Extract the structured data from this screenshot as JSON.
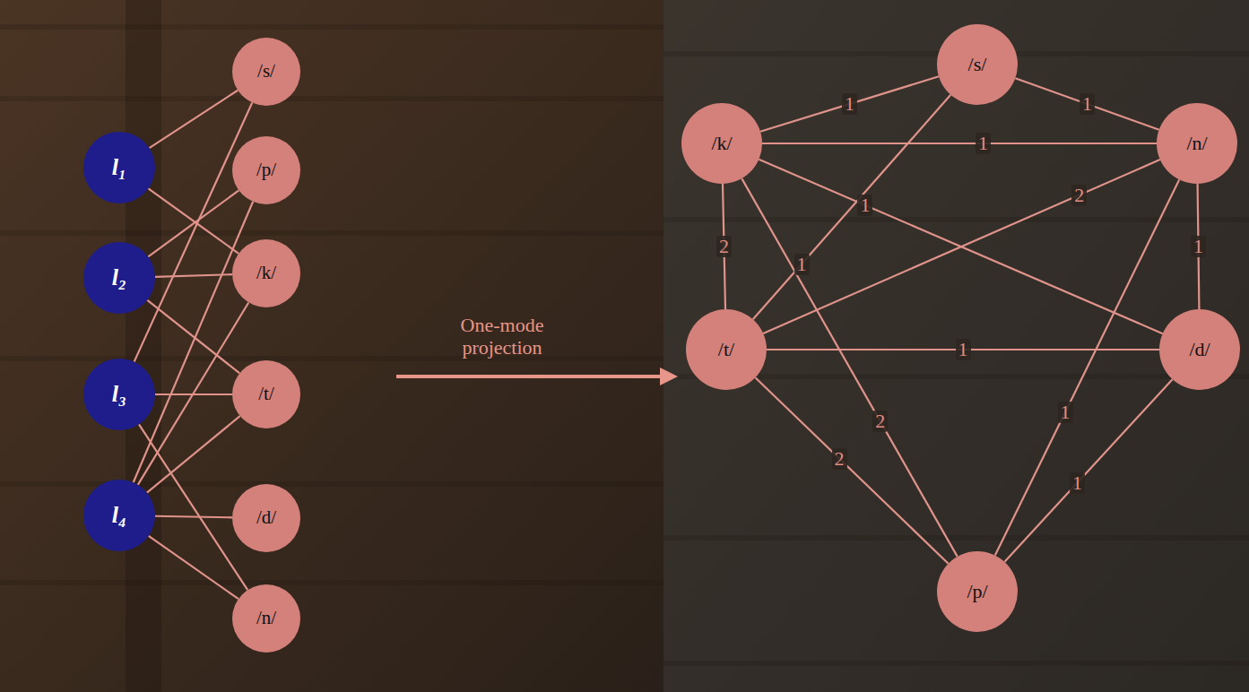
{
  "diagram": {
    "nodes": [
      {
        "text": [
          "l₁"
        ]
      },
      {
        "text": [
          "l₂"
        ]
      },
      {
        "text": [
          "l₃"
        ]
      },
      {
        "text": [
          "l₄"
        ]
      },
      {
        "text": [
          "/s/"
        ]
      },
      {
        "text": [
          "/p/"
        ]
      },
      {
        "text": [
          "/k/"
        ]
      },
      {
        "text": [
          "/t/"
        ]
      },
      {
        "text": [
          "/d/"
        ]
      },
      {
        "text": [
          "/n/"
        ]
      },
      {
        "text": [
          "/s/"
        ]
      },
      {
        "text": [
          "/k/"
        ]
      },
      {
        "text": [
          "/n/"
        ]
      },
      {
        "text": [
          "/t/"
        ]
      },
      {
        "text": [
          "/d/"
        ]
      },
      {
        "text": [
          "/p/"
        ]
      }
    ],
    "edges": [
      {
        "from": 0,
        "to": 4,
        "arrow": "none"
      },
      {
        "from": 0,
        "to": 6,
        "arrow": "none"
      },
      {
        "from": 1,
        "to": 5,
        "arrow": "none"
      },
      {
        "from": 1,
        "to": 6,
        "arrow": "none"
      },
      {
        "from": 1,
        "to": 7,
        "arrow": "none"
      },
      {
        "from": 2,
        "to": 4,
        "arrow": "none"
      },
      {
        "from": 2,
        "to": 7,
        "arrow": "none"
      },
      {
        "from": 2,
        "to": 9,
        "arrow": "none"
      },
      {
        "from": 3,
        "to": 5,
        "arrow": "none"
      },
      {
        "from": 3,
        "to": 6,
        "arrow": "none"
      },
      {
        "from": 3,
        "to": 7,
        "arrow": "none"
      },
      {
        "from": 3,
        "to": 8,
        "arrow": "none"
      },
      {
        "from": 3,
        "to": 9,
        "arrow": "none"
      },
      {
        "from": 10,
        "to": 11,
        "label": "1",
        "arrow": "none"
      },
      {
        "from": 10,
        "to": 12,
        "label": "1",
        "arrow": "none"
      },
      {
        "from": 10,
        "to": 13,
        "label": "1",
        "arrow": "none"
      },
      {
        "from": 11,
        "to": 12,
        "label": "1",
        "arrow": "none"
      },
      {
        "from": 11,
        "to": 13,
        "label": "2",
        "arrow": "none"
      },
      {
        "from": 11,
        "to": 14,
        "label": "1",
        "arrow": "none"
      },
      {
        "from": 11,
        "to": 15,
        "label": "2",
        "arrow": "none"
      },
      {
        "from": 13,
        "to": 12,
        "label": "2",
        "arrow": "none"
      },
      {
        "from": 13,
        "to": 14,
        "label": "1",
        "arrow": "none"
      },
      {
        "from": 13,
        "to": 15,
        "label": "2",
        "arrow": "none"
      },
      {
        "from": 12,
        "to": 14,
        "label": "1",
        "arrow": "none"
      },
      {
        "from": 12,
        "to": 15,
        "label": "1",
        "arrow": "none"
      },
      {
        "from": 14,
        "to": 15,
        "label": "1",
        "arrow": "none"
      }
    ],
    "labels": [
      "One-mode projection"
    ]
  }
}
